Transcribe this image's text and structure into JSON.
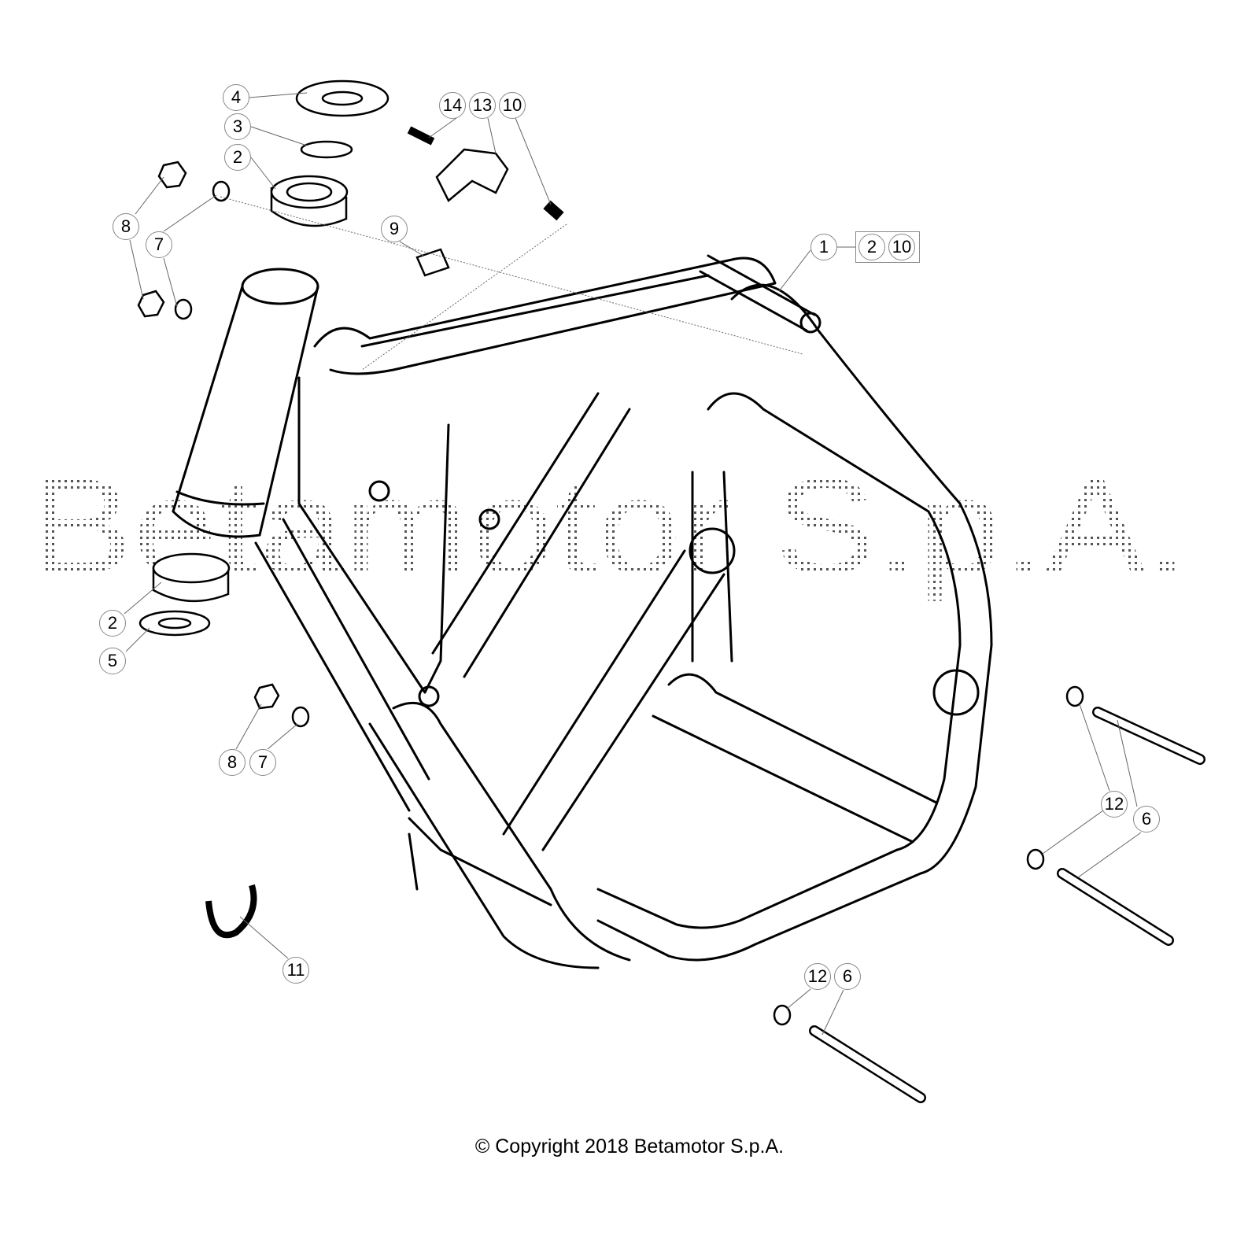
{
  "watermark": "Betamotor S.p.A.",
  "copyright": "© Copyright 2018 Betamotor S.p.A.",
  "callouts": {
    "c4": "4",
    "c3": "3",
    "c2a": "2",
    "c8a": "8",
    "c7a": "7",
    "c14": "14",
    "c13": "13",
    "c10": "10",
    "c9": "9",
    "c1": "1",
    "k2": "2",
    "k10": "10",
    "c2b": "2",
    "c5": "5",
    "c8b": "8",
    "c7b": "7",
    "c12a": "12",
    "c6a": "6",
    "c11": "11",
    "c12b": "12",
    "c6b": "6"
  }
}
